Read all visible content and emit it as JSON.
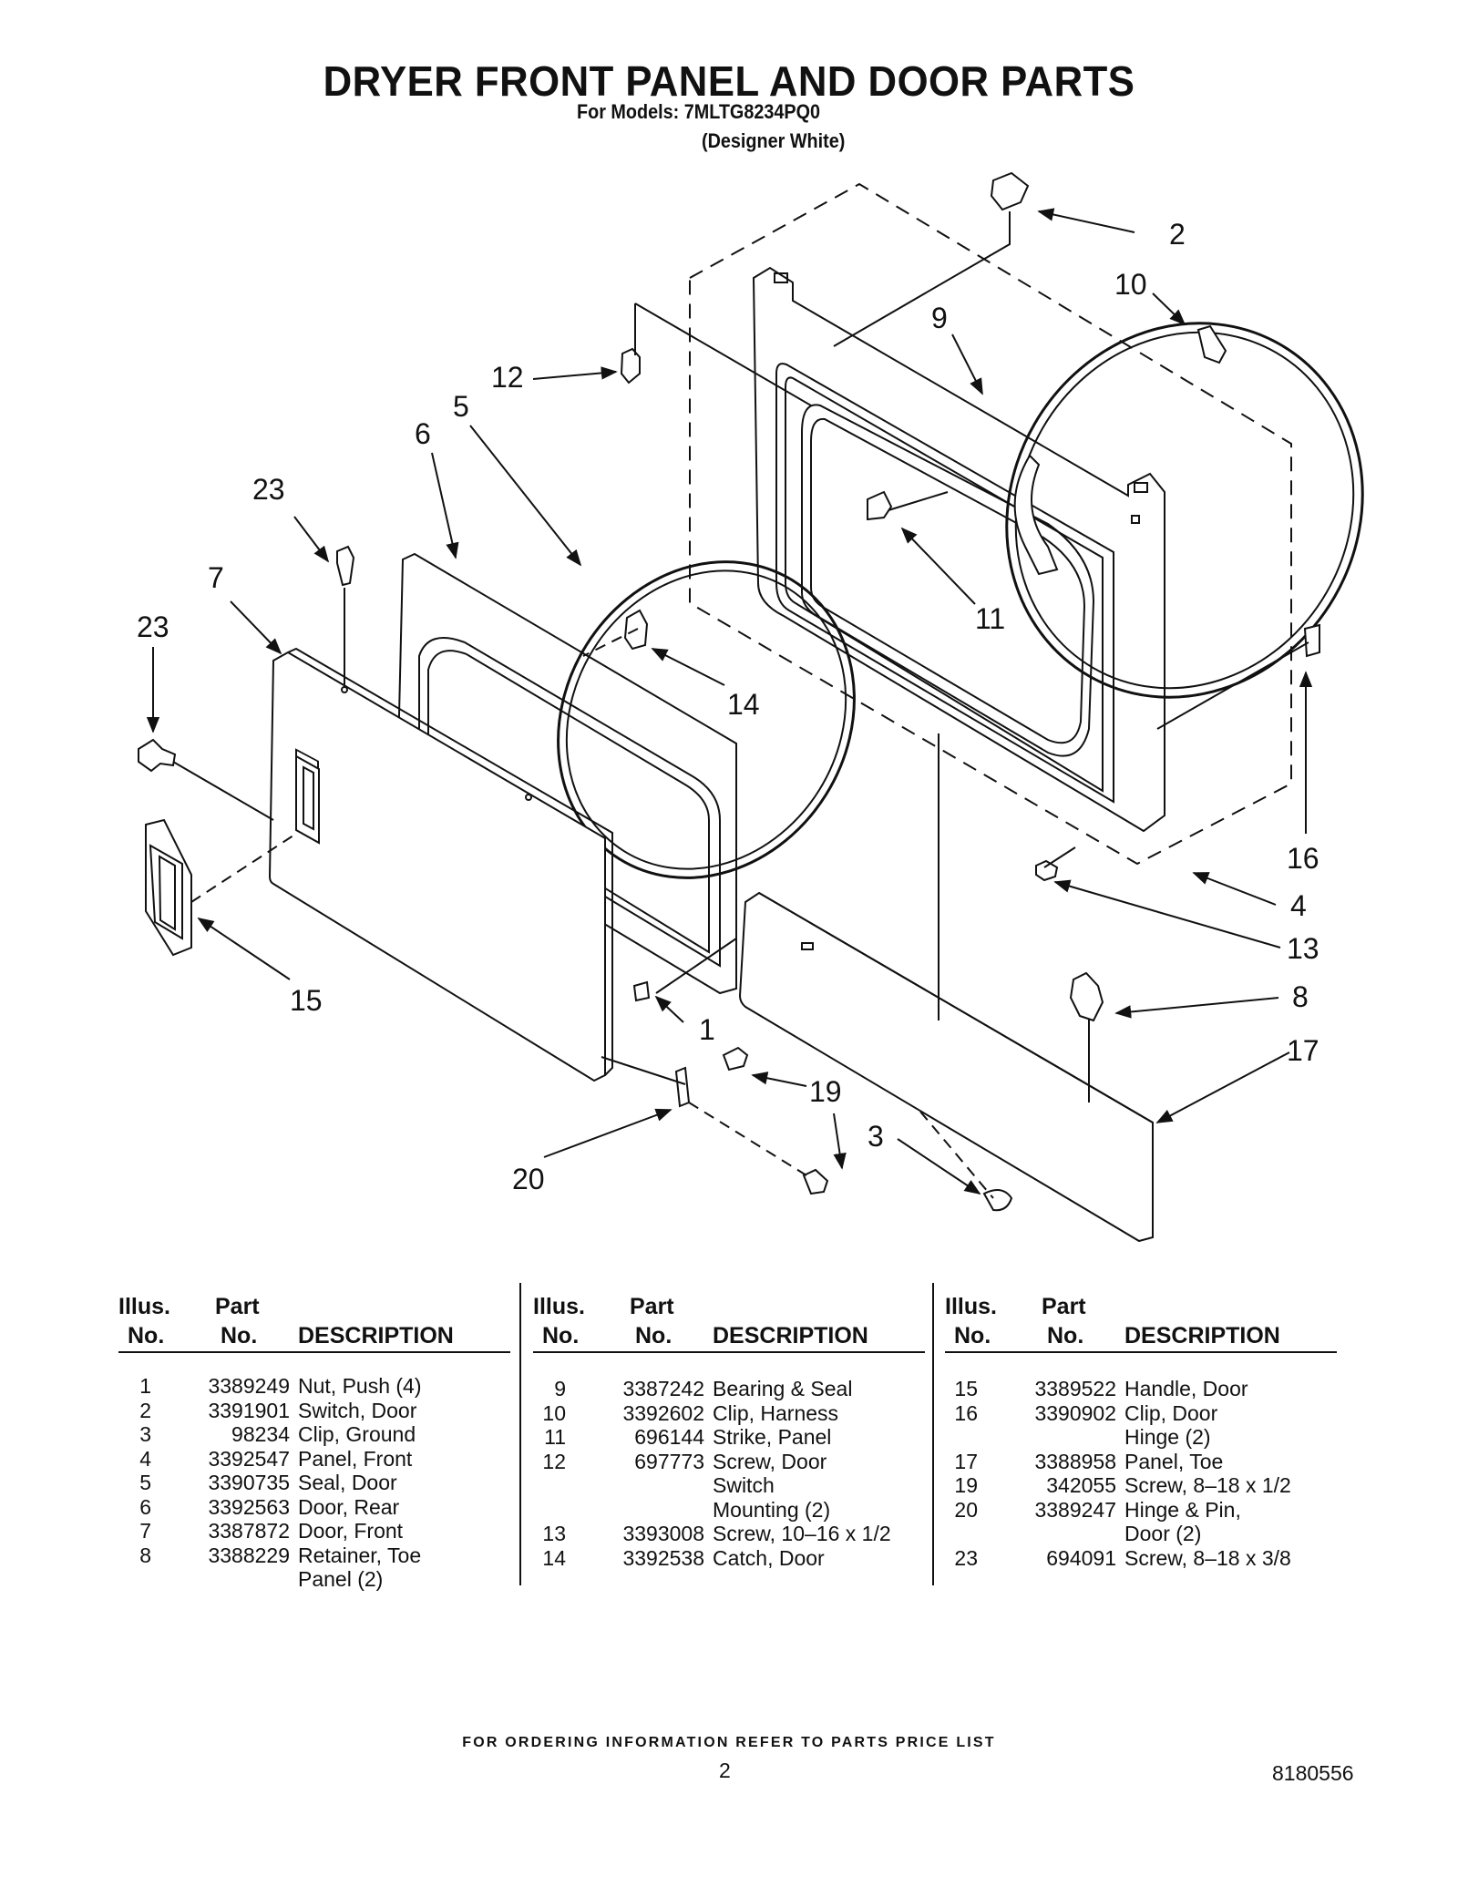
{
  "header": {
    "title": "DRYER FRONT PANEL AND DOOR PARTS",
    "models": "For Models: 7MLTG8234PQ0",
    "color": "(Designer White)"
  },
  "callouts": [
    "2",
    "10",
    "9",
    "12",
    "5",
    "6",
    "23",
    "11",
    "7",
    "23",
    "14",
    "16",
    "4",
    "13",
    "8",
    "15",
    "1",
    "17",
    "19",
    "3",
    "20"
  ],
  "table": {
    "headers": {
      "illus_top": "Illus.",
      "illus_bottom": "No.",
      "part_top": "Part",
      "part_bottom": "No.",
      "description": "DESCRIPTION"
    },
    "columns": [
      [
        {
          "illus": "1",
          "part": "3389249",
          "desc": [
            "Nut, Push (4)"
          ]
        },
        {
          "illus": "2",
          "part": "3391901",
          "desc": [
            "Switch, Door"
          ]
        },
        {
          "illus": "3",
          "part": "98234",
          "desc": [
            "Clip, Ground"
          ]
        },
        {
          "illus": "4",
          "part": "3392547",
          "desc": [
            "Panel, Front"
          ]
        },
        {
          "illus": "5",
          "part": "3390735",
          "desc": [
            "Seal, Door"
          ]
        },
        {
          "illus": "6",
          "part": "3392563",
          "desc": [
            "Door, Rear"
          ]
        },
        {
          "illus": "7",
          "part": "3387872",
          "desc": [
            "Door, Front"
          ]
        },
        {
          "illus": "8",
          "part": "3388229",
          "desc": [
            "Retainer, Toe",
            "Panel (2)"
          ]
        }
      ],
      [
        {
          "illus": "9",
          "part": "3387242",
          "desc": [
            "Bearing & Seal"
          ]
        },
        {
          "illus": "10",
          "part": "3392602",
          "desc": [
            "Clip, Harness"
          ]
        },
        {
          "illus": "11",
          "part": "696144",
          "desc": [
            "Strike, Panel"
          ]
        },
        {
          "illus": "12",
          "part": "697773",
          "desc": [
            "Screw, Door",
            "Switch",
            "Mounting (2)"
          ]
        },
        {
          "illus": "13",
          "part": "3393008",
          "desc": [
            "Screw, 10–16 x 1/2"
          ]
        },
        {
          "illus": "14",
          "part": "3392538",
          "desc": [
            "Catch, Door"
          ]
        }
      ],
      [
        {
          "illus": "15",
          "part": "3389522",
          "desc": [
            "Handle, Door"
          ]
        },
        {
          "illus": "16",
          "part": "3390902",
          "desc": [
            "Clip, Door",
            "Hinge (2)"
          ]
        },
        {
          "illus": "17",
          "part": "3388958",
          "desc": [
            "Panel, Toe"
          ]
        },
        {
          "illus": "19",
          "part": "342055",
          "desc": [
            "Screw, 8–18 x 1/2"
          ]
        },
        {
          "illus": "20",
          "part": "3389247",
          "desc": [
            "Hinge & Pin,",
            "Door (2)"
          ]
        },
        {
          "illus": "23",
          "part": "694091",
          "desc": [
            "Screw, 8–18 x 3/8"
          ]
        }
      ]
    ]
  },
  "footer": {
    "ordering": "FOR ORDERING INFORMATION REFER TO PARTS PRICE LIST",
    "page": "2",
    "doc_number": "8180556"
  }
}
